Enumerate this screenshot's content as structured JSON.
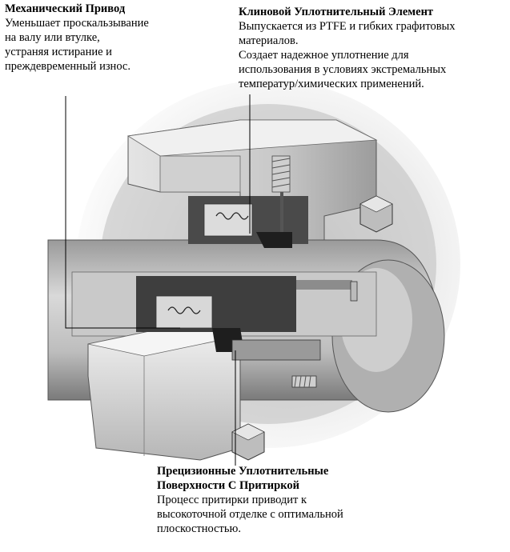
{
  "callouts": {
    "mechanical_drive": {
      "title": "Механический Привод",
      "lines": [
        "Уменьшает проскальзывание",
        "на валу или втулке,",
        "устраняя истирание и",
        "преждевременный износ."
      ]
    },
    "wedge_seal": {
      "title": "Клиновой Уплотнительный Элемент",
      "lines": [
        "Выпускается из PTFE и гибких графитовых",
        "материалов.",
        "Создает надежное уплотнение для",
        "использования в условиях экстремальных",
        "температур/химических применений."
      ]
    },
    "precision_faces": {
      "title_lines": [
        "Прецизионные Уплотнительные",
        "Поверхности С Притиркой"
      ],
      "lines": [
        "Процесс притирки приводит к",
        "высокоточной отделке с оптимальной",
        "плоскостностью."
      ]
    }
  },
  "colors": {
    "metal_light": "#e6e6e6",
    "metal_mid": "#c4c4c4",
    "metal_dark": "#8a8a8a",
    "shadow": "#3a3a3a",
    "leader": "#000000"
  }
}
